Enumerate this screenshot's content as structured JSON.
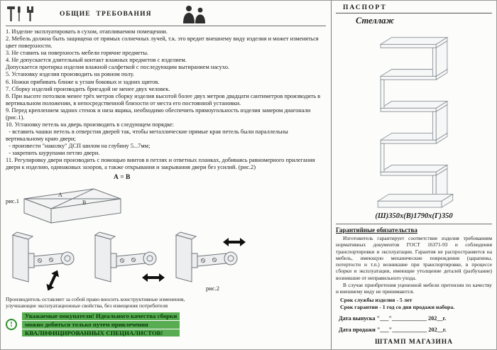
{
  "left": {
    "title": "ОБЩИЕ ТРЕБОВАНИЯ",
    "items": [
      "1. Изделие эксплуатировать в сухом, отапливаемом помещении.",
      "2. Мебель должна быть защищена от прямых солнечных лучей, т.к. это вредит внешнему виду изделия и может изменяться цвет поверхности.",
      "3. Не ставить на поверхность мебели горячие предметы.",
      "4. Не допускается длительный контакт влажных предметов с изделием.\nДопускается протирка изделия влажной салфеткой с последующим вытиранием насухо.",
      "5. Установку изделия производить на ровном полу.",
      "6. Ножки прибивать ближе к углам боковых и задних щитов.",
      "7. Сборку изделий производить бригадой не менее двух человек.",
      "8. При высоте потолков менее трёх метров сборку изделия высотой более двух метров двадцати сантиметров производить в вертикальном положении, в непосредственной близости от места его постоянной установки.",
      "9. Перед креплением задних стенок и низа ящика, необходимо обеспечить прямоугольность изделия замером диагонали (рис.1).",
      "10. Установку петель на дверь производить в следующем порядке:\n  - вставить чашки петель в отверстия дверей так, чтобы металлические прямые края петель были параллельны вертикальному краю двери;\n  - произвести \"наколку\" ДСП шилом на глубину 5...7мм;\n  - закрепить шурупами петлю двери.",
      "11. Регулировку двери производить с помощью винтов в петлях и ответных планках, добиваясь равномерного прилегания двери к изделию, одинаковых зазоров, а также открывания и закрывания двери без усилий. (рис.2)"
    ],
    "fig1": {
      "label": "рис.1",
      "equality": "А = В",
      "diag_a": "А",
      "diag_b": "В"
    },
    "fig2": {
      "label": "рис.2"
    },
    "manufacturer_note": "Производитель оставляет за собой право вносить конструктивные изменения,\nулучшающие эксплуатационные свойства, без извещения потребителя",
    "notice": {
      "icon": "!",
      "line1": "Уважаемые покупатели! Идеального качества сборки",
      "line2": "можно добиться только путем привлечения",
      "line3": "КВАЛИФИЦИРОВАННЫХ СПЕЦИАЛИСТОВ!"
    }
  },
  "right": {
    "passport": "ПАСПОРТ",
    "product": "Стеллаж",
    "dimensions": "(Ш)350х(В)1790х(Г)350",
    "warranty_title": "Гарантийные обязательства",
    "warranty_text": "Изготовитель гарантирует соответствие изделия требованиям нормативных документов ГОСТ 16371-93 и соблюдения транспортировки и эксплуатации. Гарантия не распространяется на мебель, имеющую механические повреждения (царапины, потертости и т.п.) возникшие при транспортировке, в процессе сборки и эксплуатации, имеющие утолщение деталей (разбухание) возникшие от неправильного ухода.",
    "discount_note": "В случае приобретения уцененной мебели претензии по качеству и внешнему виду не принимаются.",
    "service_life": "Срок службы изделия - 5 лет",
    "warranty_period": "Срок гарантии - 1 год со дня продажи набора.",
    "release_date": "Дата выпуска \"___\"____________ 202__г.",
    "sale_date": "Дата продажи \"___\"____________ 202__г.",
    "stamp": "ШТАМП МАГАЗИНА"
  }
}
